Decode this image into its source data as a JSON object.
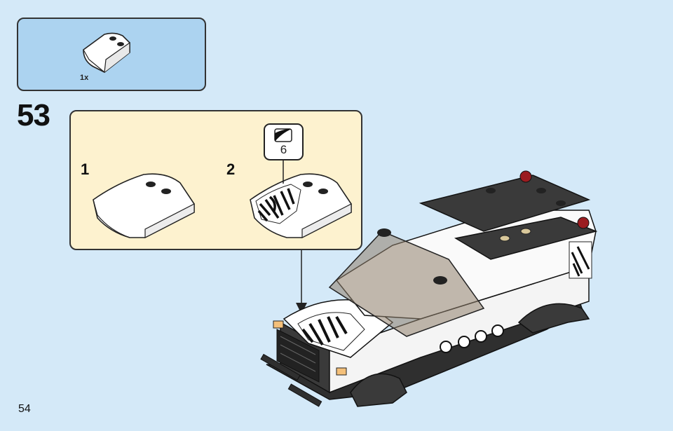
{
  "parts_list": {
    "quantity": "1x"
  },
  "step": {
    "number": "53"
  },
  "substeps": [
    {
      "label": "1"
    },
    {
      "label": "2"
    }
  ],
  "sticker": {
    "number": "6"
  },
  "page": {
    "number": "54"
  },
  "colors": {
    "background": "#d4e9f8",
    "parts_box": "#acd3f0",
    "substep_box": "#fdf2cf",
    "vehicle_dark": "#3a3a3a",
    "vehicle_white": "#ffffff",
    "glass_tint": "#8f7f6c",
    "accent_red": "#9b1c20"
  }
}
